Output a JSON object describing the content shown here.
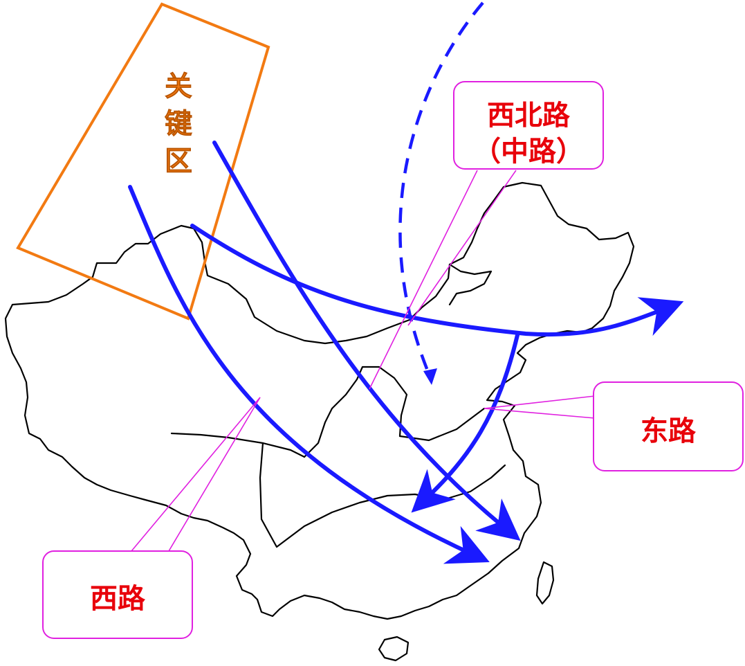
{
  "labels": {
    "key_zone": [
      "关",
      "键",
      "区"
    ],
    "northwest_route": [
      "西北路",
      "（中路）"
    ],
    "east_route": "东路",
    "west_route": "西路"
  },
  "colors": {
    "route": "#1a1aff",
    "callout_border": "#e020e0",
    "label_text": "#e8000a",
    "key_zone": "#f27a12",
    "map_outline": "#000000"
  }
}
